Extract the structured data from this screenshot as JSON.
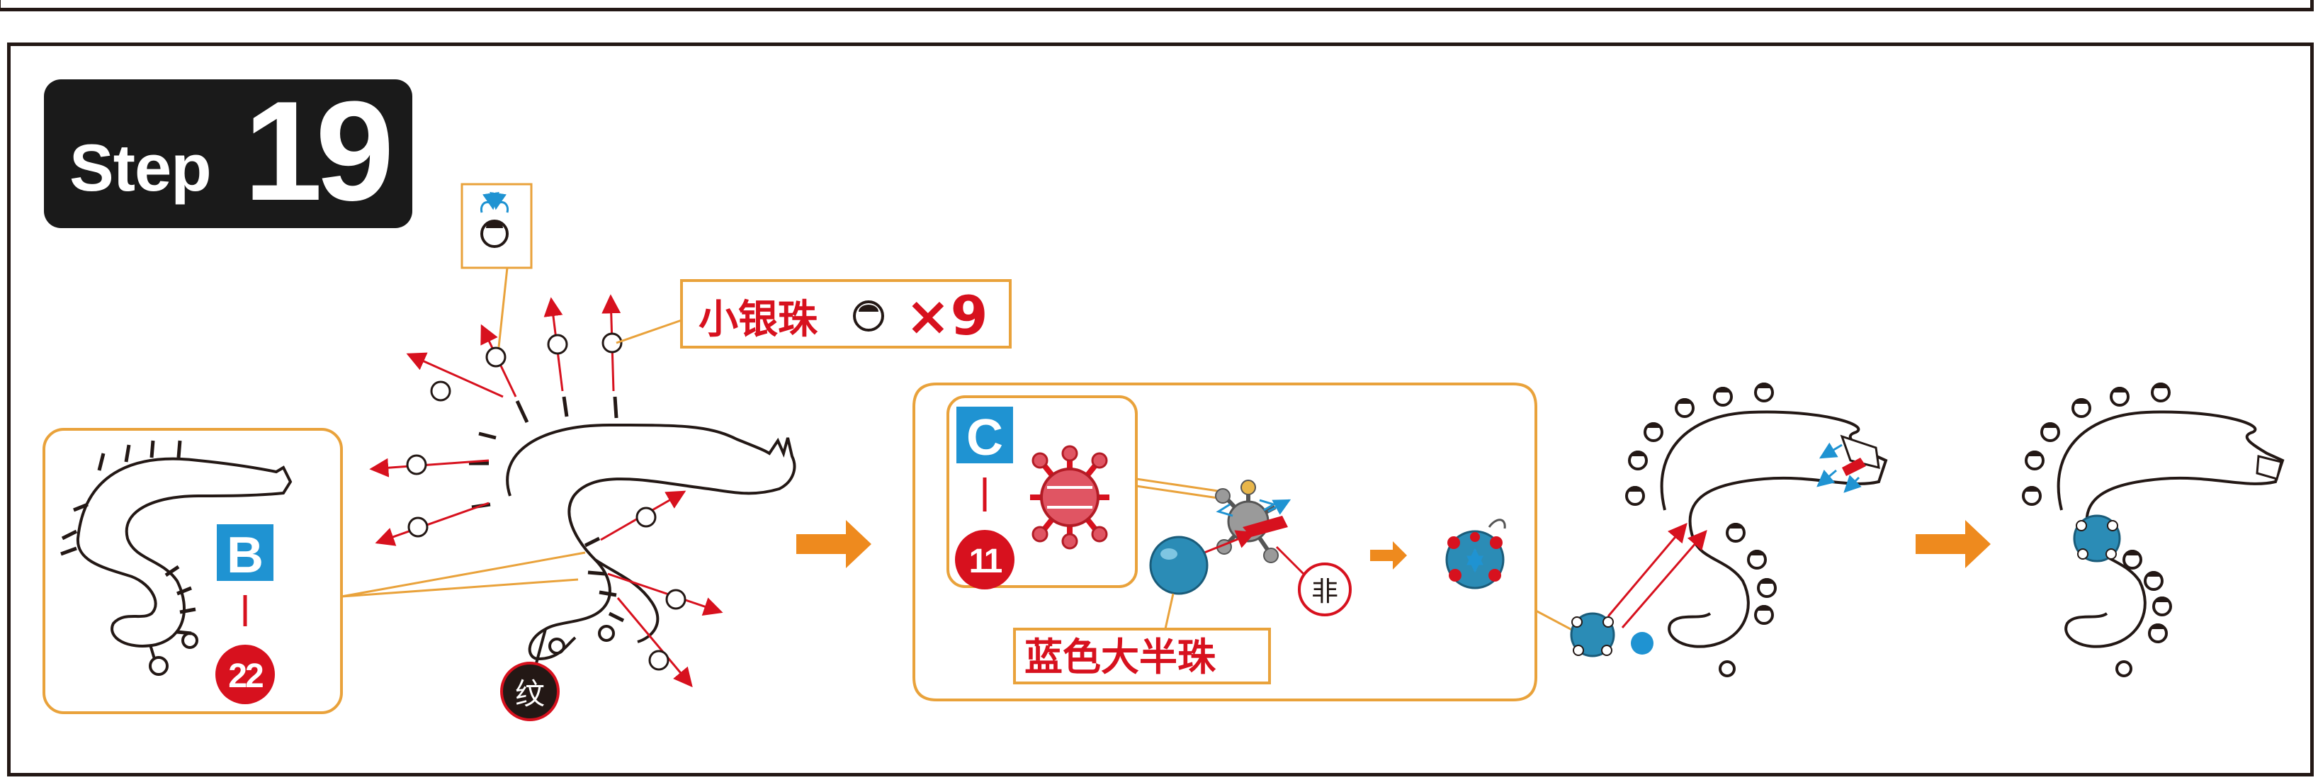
{
  "step": {
    "word": "Step",
    "number": "19"
  },
  "parts": {
    "b": {
      "letter": "B",
      "number": "22"
    },
    "c": {
      "letter": "C",
      "number": "11"
    }
  },
  "labels": {
    "small_silver_bead": "小银珠",
    "multiplier": "×9",
    "blue_half_bead": "蓝色大半珠",
    "wen_badge": "纹",
    "fei_badge": "非"
  },
  "colors": {
    "frame": "#231815",
    "callout_border": "#e9a23b",
    "accent_red": "#d7111e",
    "part_blue": "#1f93d2",
    "bead_blue": "#2b8cb6",
    "arrow_orange": "#ee8a1e"
  },
  "icons": [
    "right-arrow-icon",
    "rotate-icon",
    "bead-icon"
  ]
}
